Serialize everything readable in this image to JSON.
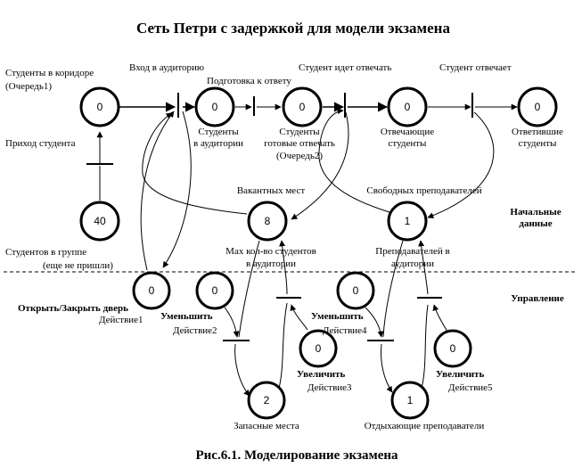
{
  "title": "Сеть Петри с задержкой для модели экзамена",
  "caption": "Рис.6.1. Моделирование экзамена",
  "places": {
    "students_corridor": {
      "tokens": "0",
      "label1": "Студенты в коридоре",
      "label2": "(Очередь1)"
    },
    "students_auditorium": {
      "tokens": "0",
      "label1": "Студенты",
      "label2": "в аудитории"
    },
    "students_ready": {
      "tokens": "0",
      "label1": "Студенты",
      "label2": "готовые отвечать",
      "label3": "(Очередь2)"
    },
    "answering": {
      "tokens": "0",
      "label1": "Отвечающие",
      "label2": "студенты"
    },
    "answered": {
      "tokens": "0",
      "label1": "Ответившие",
      "label2": "студенты"
    },
    "students_group": {
      "tokens": "40",
      "label1": "Студентов в группе",
      "label2": "(еще не пришли)"
    },
    "vacant": {
      "tokens": "8",
      "label_top": "Вакантных мест",
      "label_bottom1": "Мах кол-во студентов",
      "label_bottom2": "в аудитории"
    },
    "free_teachers": {
      "tokens": "1",
      "label_top": "Свободных преподавателей",
      "label_bottom1": "Преподавателей в",
      "label_bottom2": "аудитории"
    },
    "door": {
      "tokens": "0",
      "label1": "Открыть/Закрыть дверь",
      "label2": "Действие1"
    },
    "decrease2": {
      "tokens": "0",
      "label1": "Уменьшить",
      "label2": "Действие2"
    },
    "increase3": {
      "tokens": "0",
      "label1": "Увеличить",
      "label2": "Действие3"
    },
    "spare": {
      "tokens": "2",
      "label1": "Запасные места"
    },
    "decrease4": {
      "tokens": "0",
      "label1": "Уменьшить",
      "label2": "Действие4"
    },
    "increase5": {
      "tokens": "0",
      "label1": "Увеличить",
      "label2": "Действие5"
    },
    "resting": {
      "tokens": "1",
      "label1": "Отдыхающие преподаватели"
    }
  },
  "transitions": {
    "arrival": "Приход студента",
    "enter": "Вход в аудиторию",
    "prepare": "Подготовка к ответу",
    "go_answer": "Студент идет отвечать",
    "answers": "Студент отвечает"
  },
  "sections": {
    "initial1": "Начальные",
    "initial2": "данные",
    "control": "Управление"
  }
}
